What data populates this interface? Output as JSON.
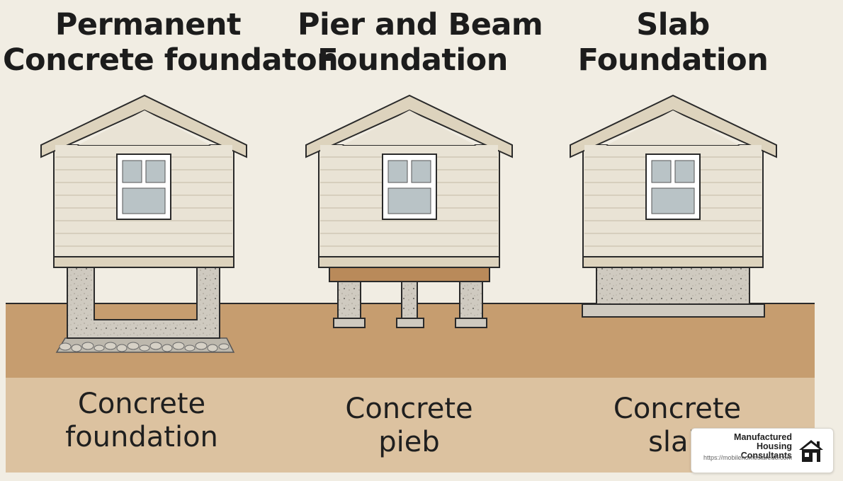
{
  "foundations": [
    {
      "title_lines": [
        "Permanent",
        "Concrete foundaton"
      ],
      "label_lines": [
        "Concrete",
        "foundation"
      ]
    },
    {
      "title_lines": [
        "Pier and Beam",
        "Foundation"
      ],
      "label_lines": [
        "Concrete",
        "pieb"
      ]
    },
    {
      "title_lines": [
        "Slab",
        "Foundation"
      ],
      "label_lines": [
        "Concrete",
        "slab"
      ]
    }
  ],
  "badge": {
    "name_line1": "Manufactured Housing",
    "name_line2": "Consultants",
    "url": "https://mobilehomeslaredo.com",
    "logo_icon": "house-logo-icon"
  },
  "colors": {
    "background": "#f1ede3",
    "siding": "#e9e3d5",
    "roof": "#ddd3bd",
    "soil_top": "#c69d6f",
    "soil_bottom": "#dcc2a0",
    "concrete": "#cfcac0",
    "beam": "#b98a5a",
    "window_glass": "#b9c3c6",
    "outline": "#2a2a2a"
  }
}
